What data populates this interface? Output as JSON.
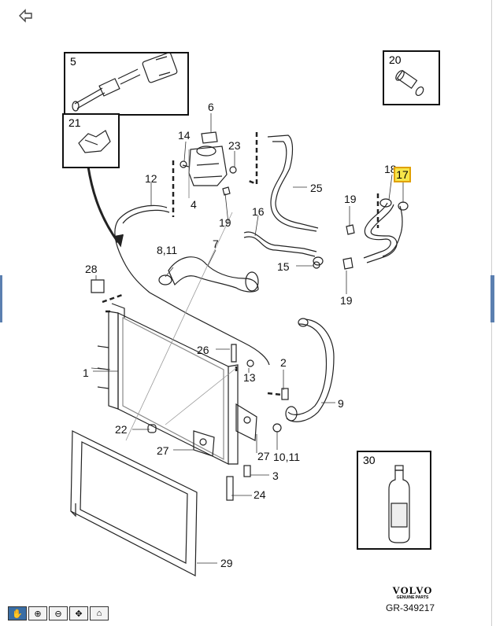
{
  "navigation": {
    "back_icon": "back-arrow-icon"
  },
  "diagram": {
    "callouts": {
      "c1": "1",
      "c2": "2",
      "c3": "3",
      "c4": "4",
      "c5": "5",
      "c6": "6",
      "c7": "7",
      "c8_11": "8,11",
      "c9": "9",
      "c10_11a": "10,11",
      "c12": "12",
      "c13": "13",
      "c14": "14",
      "c15": "15",
      "c16": "16",
      "c17": "17",
      "c18": "18",
      "c19a": "19",
      "c19b": "19",
      "c19c": "19",
      "c20": "20",
      "c21": "21",
      "c22": "22",
      "c23": "23",
      "c24": "24",
      "c25": "25",
      "c26": "26",
      "c27a": "27",
      "c27b": "27",
      "c28": "28",
      "c29": "29",
      "c30": "30"
    },
    "highlighted_part": "17",
    "highlight_color": "#f6e54a"
  },
  "footer": {
    "brand": "VOLVO",
    "brand_sub": "GENUINE PARTS",
    "drawing_code": "GR-349217"
  },
  "toolbar": {
    "buttons": [
      {
        "icon": "pan-hand-icon",
        "glyph": "✋"
      },
      {
        "icon": "zoom-in-icon",
        "glyph": "⊕"
      },
      {
        "icon": "zoom-out-icon",
        "glyph": "⊖"
      },
      {
        "icon": "select-cursor-icon",
        "glyph": "✥"
      },
      {
        "icon": "home-icon",
        "glyph": "⌂"
      }
    ]
  }
}
